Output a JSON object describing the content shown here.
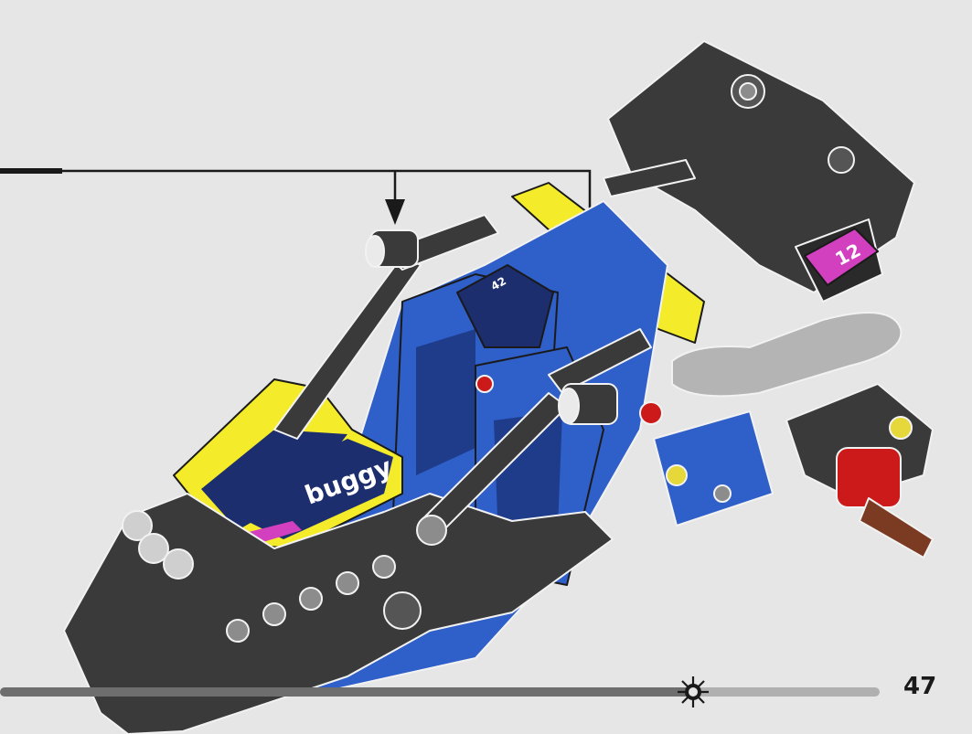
{
  "page": {
    "number": "47"
  },
  "model": {
    "decals": {
      "main_decal_text": "buggy",
      "number_decal_text": "12",
      "seat_decal_text": "42"
    }
  },
  "colors": {
    "background": "#e6e6e6",
    "dark_gray": "#3a3a3a",
    "medium_gray": "#8c8c8c",
    "light_gray": "#b4b4b4",
    "blue": "#2f5fc8",
    "yellow": "#f4ec2a",
    "red": "#cc1a1a",
    "magenta": "#d23fbf",
    "brown": "#7a3b22",
    "black": "#1a1a1a"
  },
  "icons": {
    "progress_marker": "gear-icon",
    "callout_arrows": "arrow-down-icon"
  }
}
